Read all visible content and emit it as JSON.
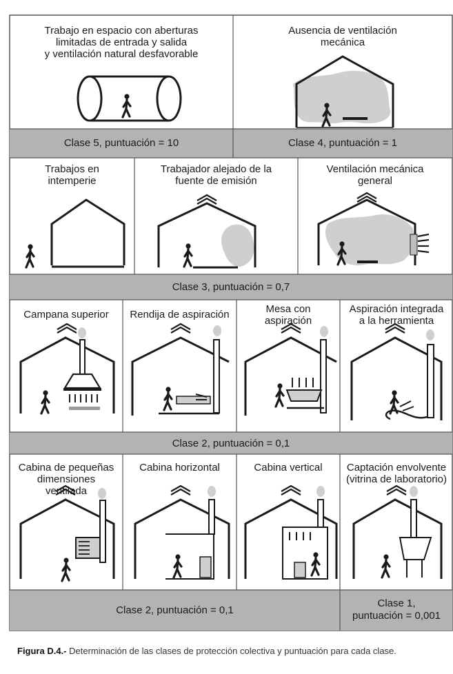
{
  "row1": {
    "cells": [
      {
        "title": "Trabajo en espacio con aberturas\nlimitadas de entrada y salida\ny ventilación natural desfavorable"
      },
      {
        "title": "Ausencia de ventilación\nmecánica"
      }
    ],
    "bands": [
      {
        "label": "Clase 5, puntuación = 10"
      },
      {
        "label": "Clase 4, puntuación = 1"
      }
    ]
  },
  "row2": {
    "cells": [
      {
        "title": "Trabajos en\nintemperie"
      },
      {
        "title": "Trabajador alejado de la\nfuente de emisión"
      },
      {
        "title": "Ventilación mecánica\ngeneral"
      }
    ],
    "band": {
      "label": "Clase 3, puntuación = 0,7"
    }
  },
  "row3": {
    "cells": [
      {
        "title": "Campana superior"
      },
      {
        "title": "Rendija de aspiración"
      },
      {
        "title": "Mesa con\naspiración"
      },
      {
        "title": "Aspiración integrada\na la herramienta"
      }
    ],
    "band": {
      "label": "Clase 2, puntuación = 0,1"
    }
  },
  "row4": {
    "cells": [
      {
        "title": "Cabina de pequeñas\ndimensiones\nventilada"
      },
      {
        "title": "Cabina horizontal"
      },
      {
        "title": "Cabina vertical"
      },
      {
        "title": "Captación envolvente\n(vitrina de laboratorio)"
      }
    ],
    "bands": [
      {
        "label": "Clase 2, puntuación = 0,1"
      },
      {
        "label": "Clase 1,\npuntuación = 0,001"
      }
    ]
  },
  "caption": {
    "prefix": "Figura D.4.-",
    "text": " Determinación de las clases de protección colectiva y puntuación para cada clase."
  },
  "colors": {
    "band": "#b3b3b3",
    "cloud": "#cfcfcf",
    "line": "#1a1a1a",
    "frame": "#555555"
  }
}
